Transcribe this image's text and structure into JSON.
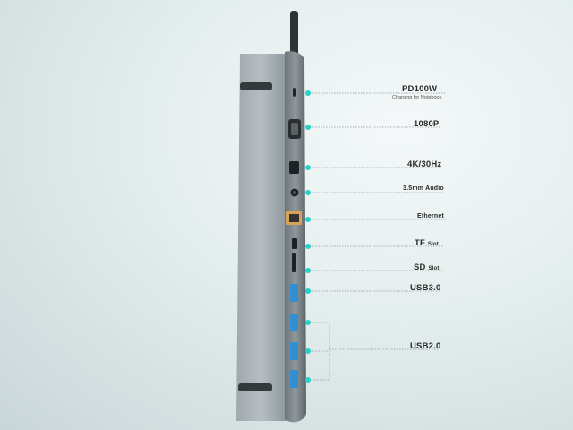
{
  "ports": [
    {
      "id": "pd",
      "label": "PD100W",
      "sub": "",
      "note": "Charging for Notebook",
      "icon": "usb-c-port-icon"
    },
    {
      "id": "vga",
      "label": "1080P",
      "sub": "",
      "note": "",
      "icon": "vga-port-icon"
    },
    {
      "id": "hdmi",
      "label": "4K/30Hz",
      "sub": "",
      "note": "",
      "icon": "hdmi-port-icon"
    },
    {
      "id": "audio",
      "label": "3.5mm Audio",
      "sub": "",
      "note": "",
      "icon": "audio-jack-icon"
    },
    {
      "id": "ethernet",
      "label": "Ethernet",
      "sub": "",
      "note": "",
      "icon": "ethernet-port-icon"
    },
    {
      "id": "tf",
      "label": "TF",
      "sub": "Slot",
      "note": "",
      "icon": "tf-card-slot-icon"
    },
    {
      "id": "sd",
      "label": "SD",
      "sub": "Slot",
      "note": "",
      "icon": "sd-card-slot-icon"
    },
    {
      "id": "usb3",
      "label": "USB3.0",
      "sub": "",
      "note": "",
      "icon": "usb-a-port-icon"
    },
    {
      "id": "usb2",
      "label": "USB2.0",
      "sub": "",
      "note": "",
      "icon": "usb-a-port-icon"
    }
  ],
  "colors": {
    "accent": "#23d3c8",
    "body": "#9aa3a8",
    "dark": "#3d4246",
    "line": "#8a9498"
  }
}
